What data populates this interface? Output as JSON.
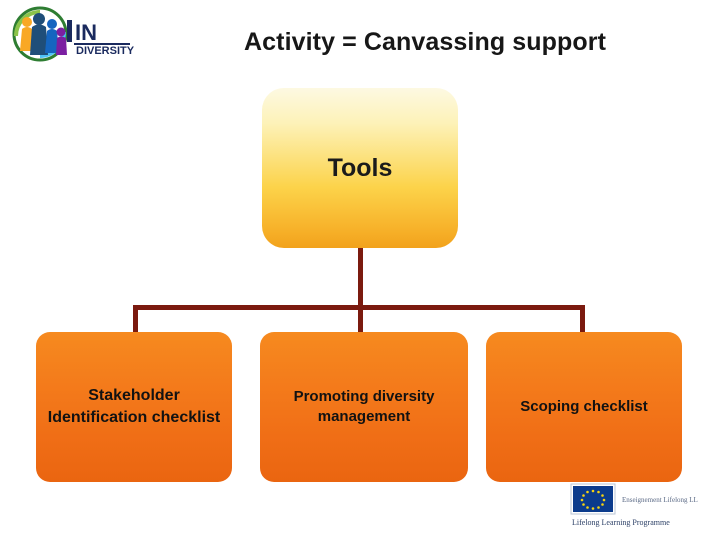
{
  "header": {
    "title": "Activity = Canvassing support",
    "logo_alt": "in-diversity-logo",
    "logo_text_primary": "IN",
    "logo_text_secondary": "DIVERSITY"
  },
  "diagram": {
    "type": "tree",
    "root": {
      "id": "tools",
      "label": "Tools",
      "fill_top": "#fdf9e2",
      "fill_bottom": "#f2a21c"
    },
    "connector_color": "#7b1a0f",
    "children": [
      {
        "id": "stakeholder-identification-checklist",
        "label": "Stakeholder Identification checklist",
        "fill": "#f47b1b"
      },
      {
        "id": "promoting-diversity-management",
        "label": "Promoting diversity management",
        "fill": "#f47b1b"
      },
      {
        "id": "scoping-checklist",
        "label": "Scoping checklist",
        "fill": "#f47b1b"
      }
    ]
  },
  "footer": {
    "eu_logo_alt": "eu-flag-icon",
    "eu_logo_caption": "Lifelong Learning Programme",
    "eu_logo_subcaption": "Enseignement Lifelong LL"
  }
}
